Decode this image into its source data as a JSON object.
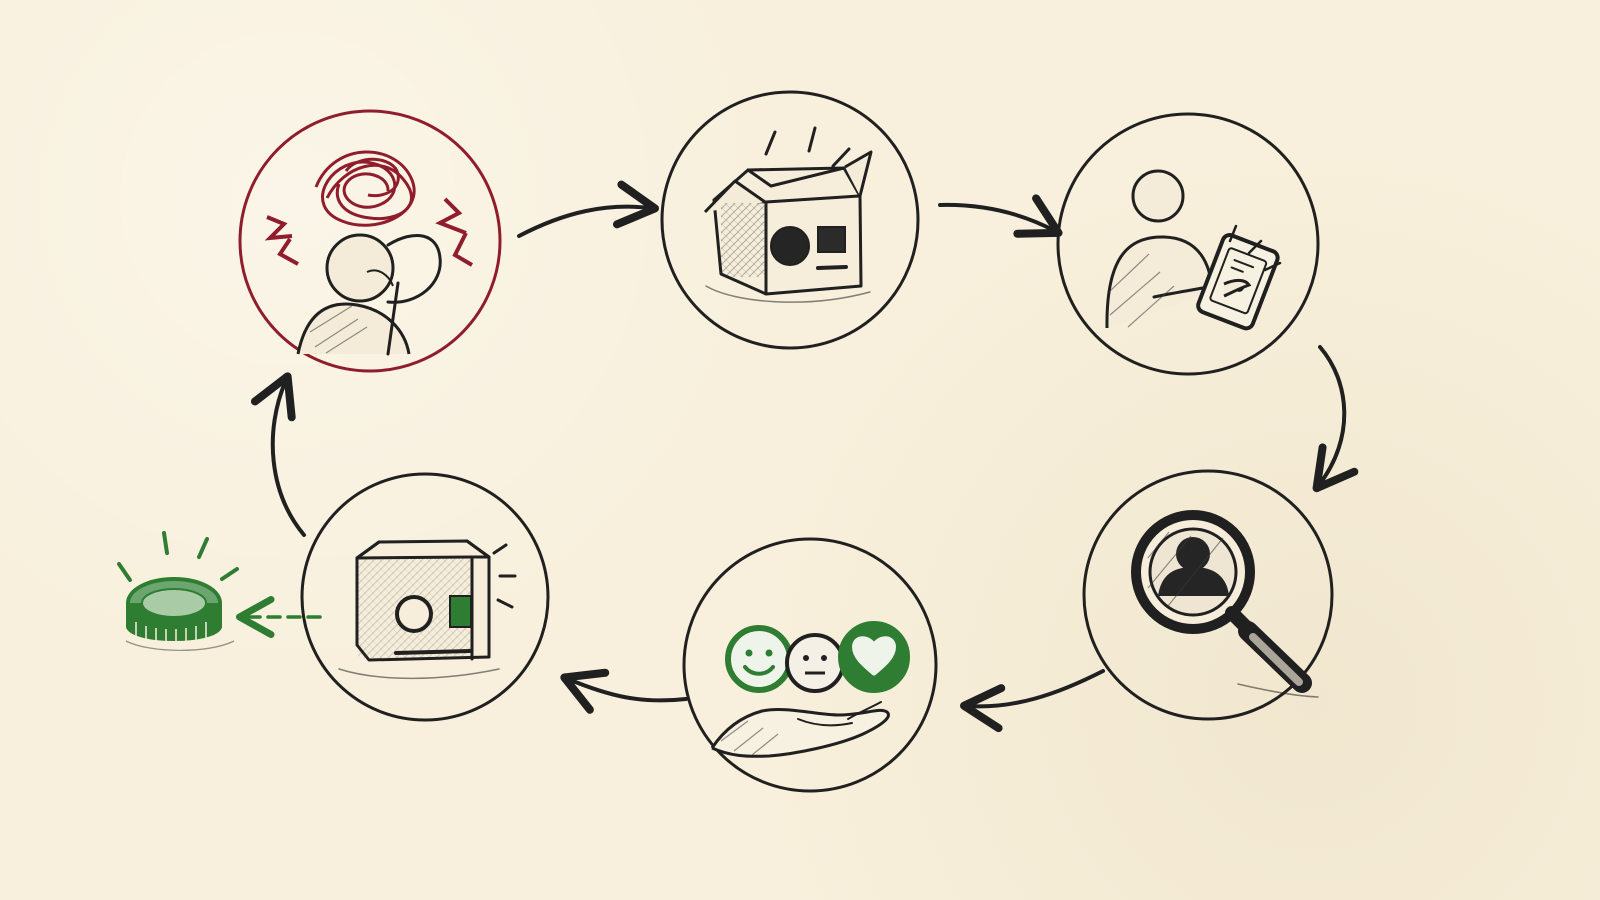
{
  "palette": {
    "background": "#f8f0dc",
    "ink": "#202020",
    "accent_red": "#8f1d2c",
    "accent_green": "#2e7d32"
  },
  "stages": [
    {
      "id": "frustrated-person",
      "icon": "frustrated-person-icon"
    },
    {
      "id": "product-box",
      "icon": "product-box-icon"
    },
    {
      "id": "person-using-tablet",
      "icon": "person-using-tablet-icon"
    },
    {
      "id": "magnifier-user",
      "icon": "magnifying-glass-user-icon"
    },
    {
      "id": "feedback",
      "icon": "feedback-faces-hand-icon"
    },
    {
      "id": "new-product-box",
      "icon": "new-product-box-icon"
    }
  ],
  "reward": {
    "icon": "green-coin-icon"
  },
  "connections": [
    {
      "from": "frustrated-person",
      "to": "product-box",
      "style": "solid"
    },
    {
      "from": "product-box",
      "to": "person-using-tablet",
      "style": "solid"
    },
    {
      "from": "person-using-tablet",
      "to": "magnifier-user",
      "style": "solid"
    },
    {
      "from": "magnifier-user",
      "to": "feedback",
      "style": "solid"
    },
    {
      "from": "feedback",
      "to": "new-product-box",
      "style": "solid"
    },
    {
      "from": "new-product-box",
      "to": "frustrated-person",
      "style": "solid"
    },
    {
      "from": "new-product-box",
      "to": "reward",
      "style": "dashed"
    }
  ]
}
